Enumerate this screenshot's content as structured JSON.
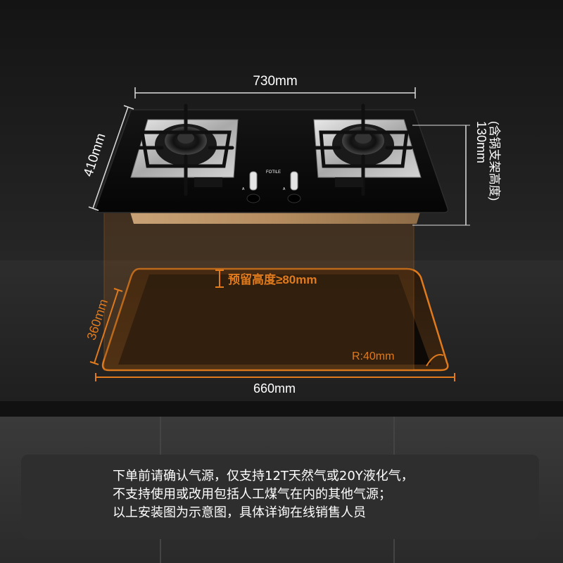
{
  "dimensions": {
    "width": "730mm",
    "depth": "410mm",
    "height": "130mm",
    "height_note": "(含锅支架高度)",
    "cutout_width": "660mm",
    "cutout_depth": "360mm",
    "reserved_height": "预留高度≥80mm",
    "corner_radius": "R:40mm"
  },
  "brand": "FOTILE",
  "knob_labels": [
    "A",
    "A"
  ],
  "notice": {
    "line1": "下单前请确认气源，仅支持12T天然气或20Y液化气，",
    "line2": "不支持使用或改用包括人工煤气在内的其他气源；",
    "line3": "以上安装图为示意图，具体详询在线销售人员"
  },
  "colors": {
    "accent": "#e07a1c",
    "background": "#1c1c1c",
    "glass": "#0a0a0a",
    "notice_bg": "#2e2e2e"
  }
}
